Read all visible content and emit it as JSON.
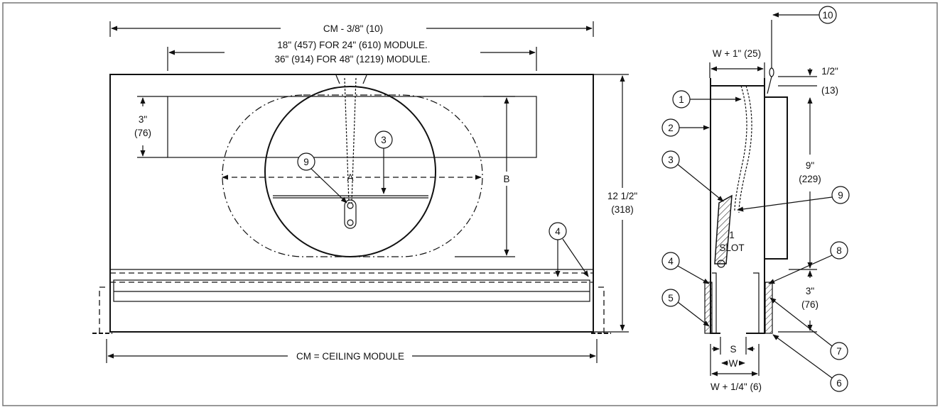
{
  "front_view": {
    "dim_overall_top": "CM - 3/8\" (10)",
    "dim_module_line1": "18\" (457) FOR 24\" (610) MODULE.",
    "dim_module_line2": "36\" (914) FOR 48\" (1219) MODULE.",
    "dim_slot_height_in": "3\"",
    "dim_slot_height_mm": "(76)",
    "label_A": "A",
    "label_B": "B",
    "dim_height_in": "12 1/2\"",
    "dim_height_mm": "(318)",
    "dim_bottom": "CM = CEILING MODULE",
    "callouts": [
      "9",
      "3",
      "4"
    ]
  },
  "side_view": {
    "dim_top_width": "W + 1\" (25)",
    "dim_top_gap_in": "1/2\"",
    "dim_top_gap_mm": "(13)",
    "dim_mid_in": "9\"",
    "dim_mid_mm": "(229)",
    "dim_lower_in": "3\"",
    "dim_lower_mm": "(76)",
    "slot_label_1": "1",
    "slot_label_2": "SLOT",
    "dim_S": "S",
    "dim_W": "W",
    "dim_bottom_width": "W + 1/4\" (6)",
    "callouts": [
      "10",
      "1",
      "2",
      "3",
      "9",
      "8",
      "4",
      "5",
      "7",
      "6"
    ]
  }
}
